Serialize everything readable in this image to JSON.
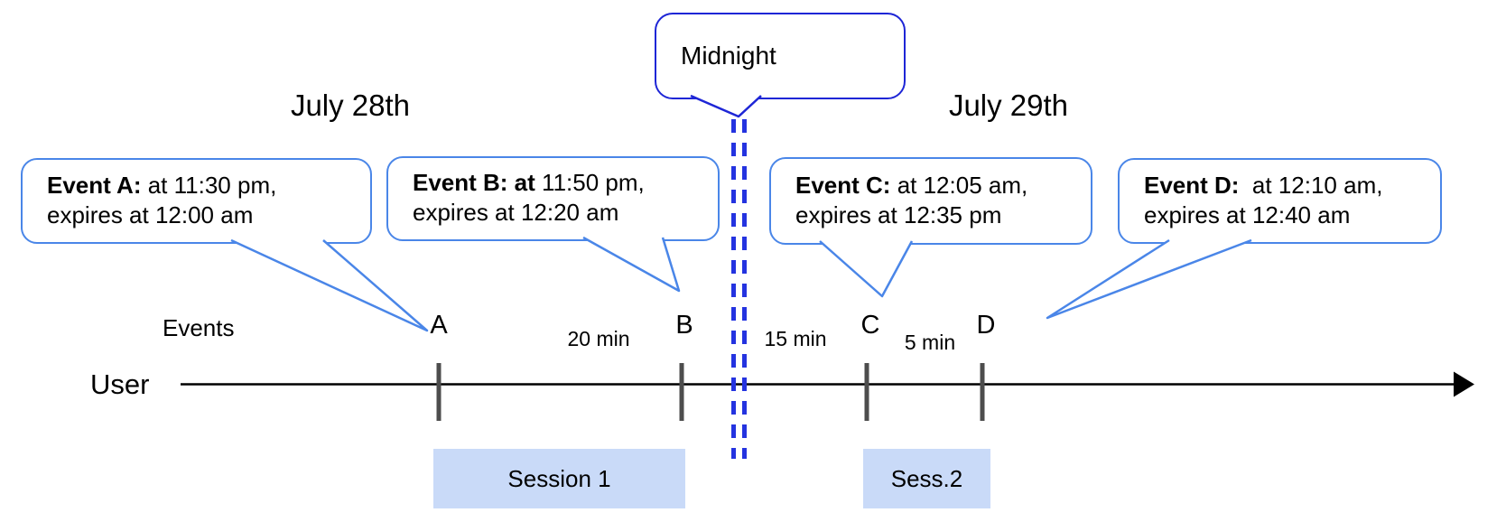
{
  "colors": {
    "accent_blue": "#4a86e8",
    "midnight_blue": "#1e26d6",
    "dash_blue": "#2433e0",
    "session_fill": "#c9daf8",
    "tick_color": "#4d4d4d",
    "line_color": "#000000",
    "text_color": "#000000"
  },
  "titles": {
    "left_date": "July 28th",
    "right_date": "July 29th"
  },
  "midnight": {
    "label": "Midnight"
  },
  "axis": {
    "events_label": "Events",
    "user_label": "User"
  },
  "events": [
    {
      "tick_label": "A",
      "bold": "Event A:",
      "line1_rest": " at 11:30 pm,",
      "line2": "expires at 12:00 am"
    },
    {
      "tick_label": "B",
      "bold": "Event B: at",
      "line1_rest": " 11:50 pm,",
      "line2": "expires at 12:20 am"
    },
    {
      "tick_label": "C",
      "bold": "Event C:",
      "line1_rest": " at 12:05 am,",
      "line2": "expires at 12:35 pm"
    },
    {
      "tick_label": "D",
      "bold": "Event D:",
      "line1_rest": "  at 12:10 am,",
      "line2": "expires at 12:40 am"
    }
  ],
  "gaps": [
    {
      "label": "20 min"
    },
    {
      "label": "15 min"
    },
    {
      "label": "5 min"
    }
  ],
  "sessions": [
    {
      "label": "Session 1"
    },
    {
      "label": "Sess.2"
    }
  ]
}
